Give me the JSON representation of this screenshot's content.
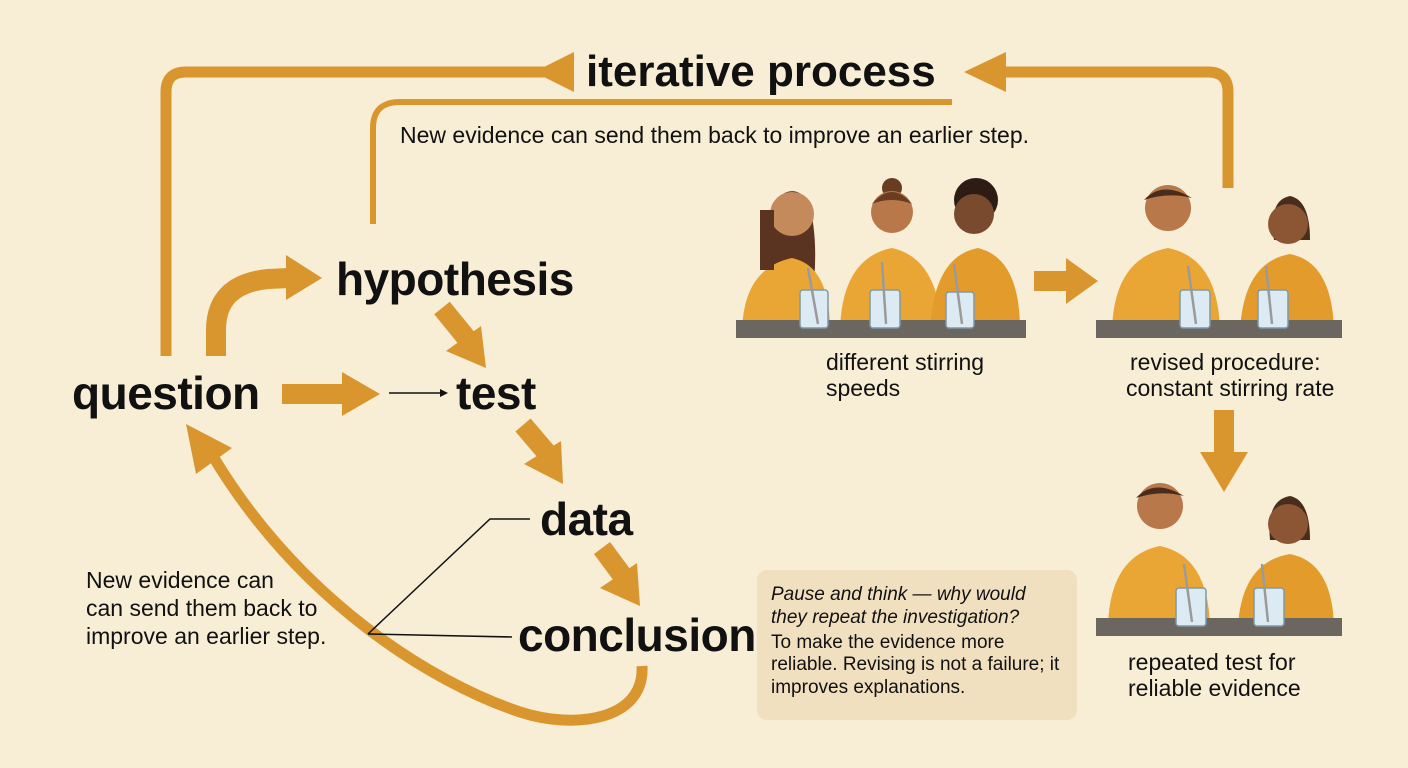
{
  "header": {
    "title": "iterative process",
    "subtitle": "New evidence can send them back to improve an earlier step."
  },
  "steps": {
    "question": "question",
    "hypothesis": "hypothesis",
    "test": "test",
    "data": "data",
    "conclusion": "conclusion"
  },
  "side_note": {
    "line1": "New evidence can",
    "line2": "can send them back to",
    "line3": "improve an earlier step."
  },
  "callout": {
    "question": "Pause and think — why would they repeat the investigation?",
    "answer": "To make the evidence more reliable. Revising is not a failure; it improves explanations."
  },
  "panels": {
    "first": {
      "caption_line1": "different stirring",
      "caption_line2": "speeds"
    },
    "second": {
      "caption_line1": "revised procedure:",
      "caption_line2": "constant stirring rate"
    },
    "third": {
      "caption_line1": "repeated test for",
      "caption_line2": "reliable evidence"
    }
  },
  "colors": {
    "background": "#f8eed6",
    "arrow": "#d9962f",
    "arrow_dark": "#c7861f",
    "shirt": "#eaa635",
    "skin": "#b8784a",
    "hair": "#5a3420",
    "table": "#6b6660",
    "callout_bg": "#f1e0c0"
  }
}
